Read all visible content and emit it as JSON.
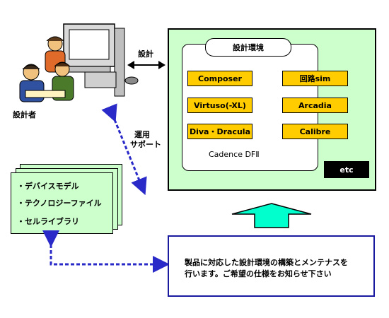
{
  "designer": {
    "label": "設計者"
  },
  "arrow_design": {
    "label": "設計"
  },
  "arrow_support": {
    "label_line1": "運用",
    "label_line2": "サポート"
  },
  "environment": {
    "title": "設計環境",
    "tools": [
      "Composer",
      "回路sim",
      "Virtuso(-XL)",
      "Arcadia",
      "Diva・Dracula",
      "Calibre"
    ],
    "platform": "Cadence DFⅡ",
    "etc": "etc"
  },
  "documents": {
    "items": [
      "・デバイスモデル",
      "・テクノロジーファイル",
      "・セルライブラリ"
    ]
  },
  "notice": {
    "line1": "製品に対応した設計環境の構築とメンテナスを",
    "line2": "行います。ご希望の仕様をお知らせ下さい"
  },
  "colors": {
    "panel_green": "#ccffcc",
    "tool_yellow": "#ffcc00",
    "arrow_blue": "#2a2ac8",
    "big_arrow_teal": "#00ffcc"
  }
}
